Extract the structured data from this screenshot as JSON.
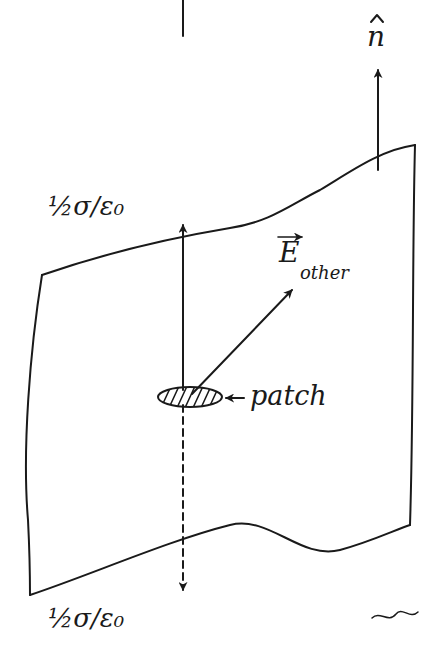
{
  "diagram": {
    "labels": [
      "n",
      "½σ/ε₀",
      "E",
      "other",
      "patch",
      "½σ/ε₀"
    ]
  }
}
